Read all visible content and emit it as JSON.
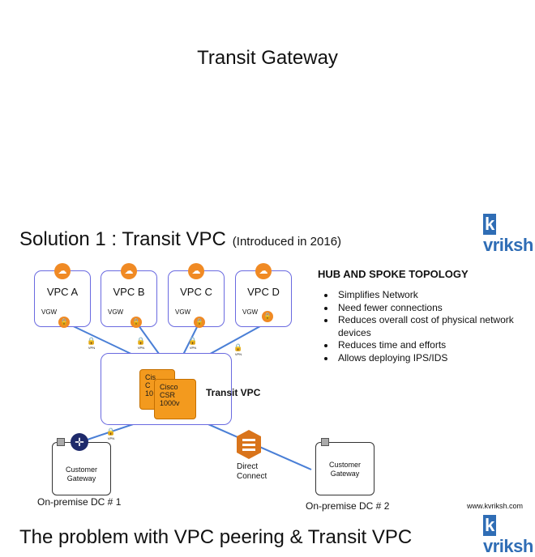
{
  "slide1": {
    "title": "Transit Gateway"
  },
  "slide2": {
    "title": "Solution 1 : Transit VPC",
    "subtitle": "(Introduced in 2016)",
    "logo": {
      "k": "k",
      "rest": "vriksh"
    },
    "vpcs": [
      {
        "label": "VPC A",
        "gateway": "VGW"
      },
      {
        "label": "VPC B",
        "gateway": "VGW"
      },
      {
        "label": "VPC C",
        "gateway": "VGW"
      },
      {
        "label": "VPC D",
        "gateway": "VGW"
      }
    ],
    "vpn_label": "VPN",
    "transit_vpc_label": "Transit VPC",
    "csr_back_label": "Cis\nC\n10",
    "csr_label": "Cisco\nCSR\n1000v",
    "hub_spoke": {
      "heading": "HUB AND SPOKE TOPOLOGY",
      "bullets": [
        "Simplifies Network",
        "Need fewer connections",
        "Reduces overall cost of physical network devices",
        "Reduces time and efforts",
        "Allows deploying IPS/IDS"
      ]
    },
    "customer_gateway_label": "Customer\nGateway",
    "direct_connect_label": "Direct\nConnect",
    "dc1_label": "On-premise DC # 1",
    "dc2_label": "On-premise DC # 2",
    "url": "www.kvriksh.com"
  },
  "slide3": {
    "partial_title": "The problem with VPC peering & Transit VPC",
    "logo": {
      "k": "k",
      "rest": "vriksh"
    }
  }
}
